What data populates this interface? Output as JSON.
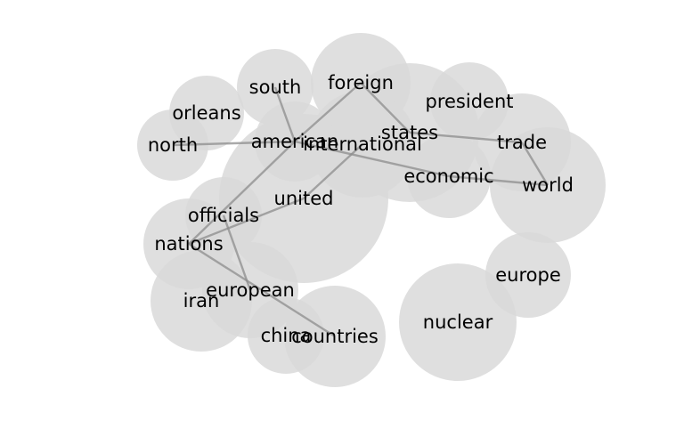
{
  "graph": {
    "nodes": [
      {
        "id": "united",
        "label": "united"
      },
      {
        "id": "states",
        "label": "states"
      },
      {
        "id": "world",
        "label": "world"
      },
      {
        "id": "nuclear",
        "label": "nuclear"
      },
      {
        "id": "foreign",
        "label": "foreign"
      },
      {
        "id": "countries",
        "label": "countries"
      },
      {
        "id": "nations",
        "label": "nations"
      },
      {
        "id": "iran",
        "label": "iran"
      },
      {
        "id": "european",
        "label": "european"
      },
      {
        "id": "economic",
        "label": "economic"
      },
      {
        "id": "trade",
        "label": "trade"
      },
      {
        "id": "europe",
        "label": "europe"
      },
      {
        "id": "international",
        "label": "international"
      },
      {
        "id": "american",
        "label": "american"
      },
      {
        "id": "president",
        "label": "president"
      },
      {
        "id": "south",
        "label": "south"
      },
      {
        "id": "orleans",
        "label": "orleans"
      },
      {
        "id": "china",
        "label": "china"
      },
      {
        "id": "officials",
        "label": "officials"
      },
      {
        "id": "north",
        "label": "north"
      }
    ],
    "edges": [
      [
        "north",
        "american"
      ],
      [
        "south",
        "american"
      ],
      [
        "american",
        "economic"
      ],
      [
        "american",
        "foreign"
      ],
      [
        "american",
        "nations"
      ],
      [
        "foreign",
        "states"
      ],
      [
        "states",
        "trade"
      ],
      [
        "trade",
        "world"
      ],
      [
        "economic",
        "world"
      ],
      [
        "international",
        "united"
      ],
      [
        "united",
        "nations"
      ],
      [
        "nations",
        "countries"
      ],
      [
        "officials",
        "european"
      ]
    ]
  }
}
